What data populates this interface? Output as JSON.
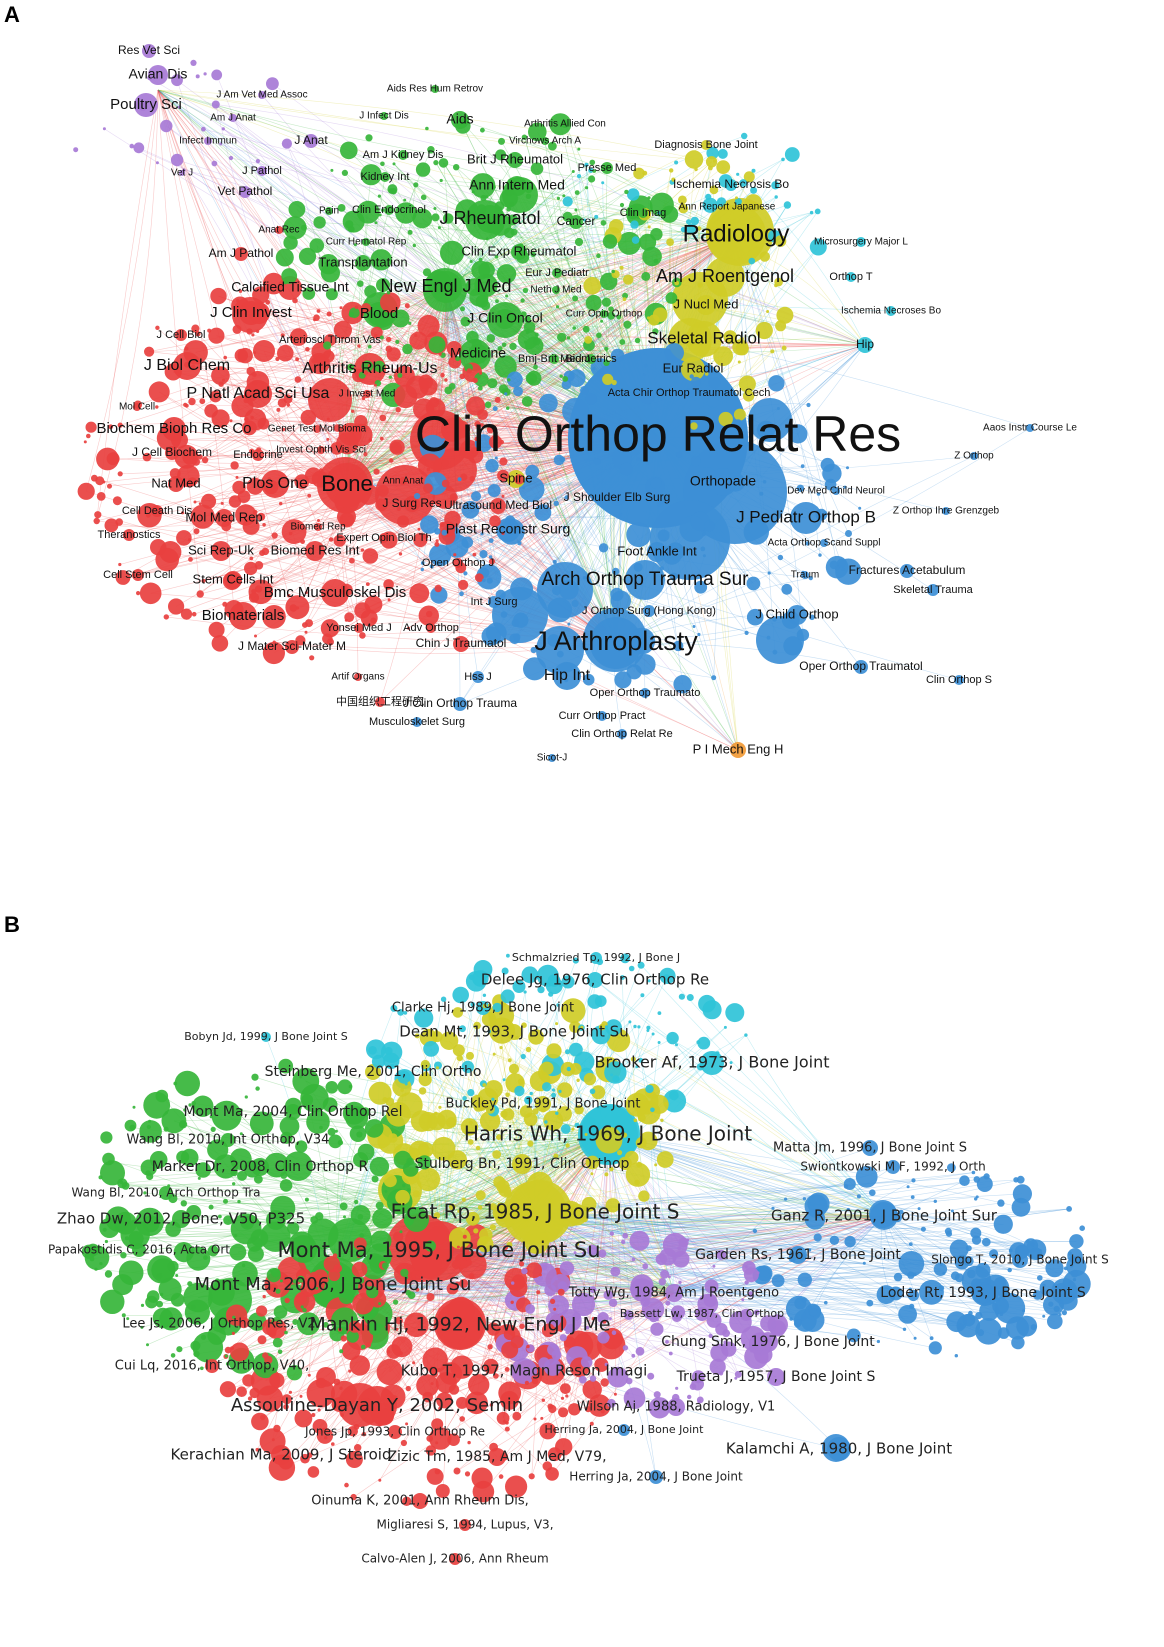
{
  "panel_a": {
    "letter": "A",
    "clusters": {
      "red": "#e8403f",
      "green": "#36b53a",
      "blue": "#3d8fd6",
      "yellow": "#cfcc27",
      "purple": "#a77ad6",
      "cyan": "#2fc3d8",
      "orange": "#f29a35"
    },
    "labels": [
      {
        "t": "Res Vet Sci",
        "c": "purple"
      },
      {
        "t": "Avian Dis",
        "c": "purple"
      },
      {
        "t": "Poultry Sci",
        "c": "purple"
      },
      {
        "t": "J Am Vet Med Assoc",
        "c": "purple"
      },
      {
        "t": "Am J Anat",
        "c": "purple"
      },
      {
        "t": "Infect Immun",
        "c": "purple"
      },
      {
        "t": "J Anat",
        "c": "purple"
      },
      {
        "t": "Vet J",
        "c": "purple"
      },
      {
        "t": "J Pathol",
        "c": "purple"
      },
      {
        "t": "Vet Pathol",
        "c": "purple"
      },
      {
        "t": "Aids Res Hum Retrov",
        "c": "green"
      },
      {
        "t": "J Infect Dis",
        "c": "green"
      },
      {
        "t": "Aids",
        "c": "green"
      },
      {
        "t": "Arthritis Allied Con",
        "c": "green"
      },
      {
        "t": "Virchows Arch A",
        "c": "green"
      },
      {
        "t": "Am J Kidney Dis",
        "c": "green"
      },
      {
        "t": "Brit J Rheumatol",
        "c": "green"
      },
      {
        "t": "Diagnosis Bone Joint",
        "c": "yellow"
      },
      {
        "t": "Kidney Int",
        "c": "green"
      },
      {
        "t": "Presse Med",
        "c": "green"
      },
      {
        "t": "Ischemia Necrosis Bo",
        "c": "cyan"
      },
      {
        "t": "Ann Intern Med",
        "c": "green"
      },
      {
        "t": "Pain",
        "c": "green"
      },
      {
        "t": "Clin Endocrinol",
        "c": "green"
      },
      {
        "t": "Clin Imag",
        "c": "green"
      },
      {
        "t": "Ann Report Japanese",
        "c": "yellow"
      },
      {
        "t": "J Rheumatol",
        "c": "green"
      },
      {
        "t": "Cancer",
        "c": "green"
      },
      {
        "t": "Anat Rec",
        "c": "red"
      },
      {
        "t": "Radiology",
        "c": "yellow"
      },
      {
        "t": "Microsurgery Major L",
        "c": "cyan"
      },
      {
        "t": "Curr Hematol Rep",
        "c": "green"
      },
      {
        "t": "Clin Exp Rheumatol",
        "c": "green"
      },
      {
        "t": "Am J Pathol",
        "c": "red"
      },
      {
        "t": "Transplantation",
        "c": "green"
      },
      {
        "t": "Eur J Pediatr",
        "c": "green"
      },
      {
        "t": "Am J Roentgenol",
        "c": "yellow"
      },
      {
        "t": "Orthop T",
        "c": "cyan"
      },
      {
        "t": "Neth J Med",
        "c": "green"
      },
      {
        "t": "Calcified Tissue Int",
        "c": "red"
      },
      {
        "t": "New Engl J Med",
        "c": "green"
      },
      {
        "t": "J Nucl Med",
        "c": "yellow"
      },
      {
        "t": "J Clin Invest",
        "c": "red"
      },
      {
        "t": "Blood",
        "c": "green"
      },
      {
        "t": "J Clin Oncol",
        "c": "green"
      },
      {
        "t": "Curr Opin Orthop",
        "c": "green"
      },
      {
        "t": "Ischemia Necroses Bo",
        "c": "cyan"
      },
      {
        "t": "J Cell Biol",
        "c": "red"
      },
      {
        "t": "Arterioscl Throm Vas",
        "c": "red"
      },
      {
        "t": "Skeletal Radiol",
        "c": "yellow"
      },
      {
        "t": "Hip",
        "c": "cyan"
      },
      {
        "t": "Medicine",
        "c": "green"
      },
      {
        "t": "Biometrics",
        "c": "green"
      },
      {
        "t": "J Biol Chem",
        "c": "red"
      },
      {
        "t": "Arthritis Rheum-Us",
        "c": "red"
      },
      {
        "t": "Bmj-Brit Med J",
        "c": "green"
      },
      {
        "t": "Eur Radiol",
        "c": "yellow"
      },
      {
        "t": "P Natl Acad Sci Usa",
        "c": "red"
      },
      {
        "t": "J Invest Med",
        "c": "red"
      },
      {
        "t": "Acta Chir Orthop Traumatol Cech",
        "c": "blue"
      },
      {
        "t": "Mol Cell",
        "c": "red"
      },
      {
        "t": "Aaos Instr Course Le",
        "c": "blue"
      },
      {
        "t": "Biochem Bioph Res Co",
        "c": "red"
      },
      {
        "t": "Genet Test Mol Bioma",
        "c": "red"
      },
      {
        "t": "Clin Orthop Relat Res",
        "c": "blue"
      },
      {
        "t": "J Cell Biochem",
        "c": "red"
      },
      {
        "t": "Endocrine",
        "c": "red"
      },
      {
        "t": "Invest Ophth Vis Sci",
        "c": "red"
      },
      {
        "t": "Z Orthop",
        "c": "blue"
      },
      {
        "t": "Spine",
        "c": "yellow"
      },
      {
        "t": "Nat Med",
        "c": "red"
      },
      {
        "t": "Plos One",
        "c": "red"
      },
      {
        "t": "Bone",
        "c": "red"
      },
      {
        "t": "Ann Anat",
        "c": "red"
      },
      {
        "t": "Orthopade",
        "c": "blue"
      },
      {
        "t": "Dev Med Child Neurol",
        "c": "blue"
      },
      {
        "t": "Cell Death Dis",
        "c": "red"
      },
      {
        "t": "J Surg Res",
        "c": "red"
      },
      {
        "t": "Ultrasound Med Biol",
        "c": "red"
      },
      {
        "t": "J Shoulder Elb Surg",
        "c": "blue"
      },
      {
        "t": "Z Orthop Ihre Grenzgeb",
        "c": "blue"
      },
      {
        "t": "Mol Med Rep",
        "c": "red"
      },
      {
        "t": "J Pediatr Orthop B",
        "c": "blue"
      },
      {
        "t": "Theranostics",
        "c": "red"
      },
      {
        "t": "Biomed Rep",
        "c": "red"
      },
      {
        "t": "Plast Reconstr Surg",
        "c": "blue"
      },
      {
        "t": "Expert Opin Biol Th",
        "c": "red"
      },
      {
        "t": "Acta Orthop Scand Suppl",
        "c": "blue"
      },
      {
        "t": "Sci Rep-Uk",
        "c": "red"
      },
      {
        "t": "Biomed Res Int",
        "c": "red"
      },
      {
        "t": "Foot Ankle Int",
        "c": "blue"
      },
      {
        "t": "Open Orthop J",
        "c": "red"
      },
      {
        "t": "Cell Stem Cell",
        "c": "red"
      },
      {
        "t": "Stem Cells Int",
        "c": "red"
      },
      {
        "t": "Traum",
        "c": "blue"
      },
      {
        "t": "Fractures Acetabulum",
        "c": "blue"
      },
      {
        "t": "Arch Orthop Trauma Sur",
        "c": "blue"
      },
      {
        "t": "Skeletal Trauma",
        "c": "blue"
      },
      {
        "t": "Bmc Musculoskel Dis",
        "c": "red"
      },
      {
        "t": "Int J Surg",
        "c": "blue"
      },
      {
        "t": "Biomaterials",
        "c": "red"
      },
      {
        "t": "J Orthop Surg (Hong Kong)",
        "c": "blue"
      },
      {
        "t": "J Child Orthop",
        "c": "blue"
      },
      {
        "t": "Yonsei Med J",
        "c": "red"
      },
      {
        "t": "Adv Orthop",
        "c": "red"
      },
      {
        "t": "J Mater Sci-Mater M",
        "c": "red"
      },
      {
        "t": "Chin J Traumatol",
        "c": "red"
      },
      {
        "t": "J Arthroplasty",
        "c": "blue"
      },
      {
        "t": "Oper Orthop Traumatol",
        "c": "blue"
      },
      {
        "t": "Artif Organs",
        "c": "red"
      },
      {
        "t": "Hss J",
        "c": "blue"
      },
      {
        "t": "Hip Int",
        "c": "blue"
      },
      {
        "t": "Clin Orthop S",
        "c": "blue"
      },
      {
        "t": "中国组织工程研究",
        "c": "red"
      },
      {
        "t": "J Clin Orthop Trauma",
        "c": "blue"
      },
      {
        "t": "Oper Orthop Traumato",
        "c": "blue"
      },
      {
        "t": "Musculoskelet Surg",
        "c": "blue"
      },
      {
        "t": "Curr Orthop Pract",
        "c": "blue"
      },
      {
        "t": "Clin Orthop Relat Re",
        "c": "blue"
      },
      {
        "t": "P I Mech Eng H",
        "c": "orange"
      },
      {
        "t": "Sicot-J",
        "c": "blue"
      }
    ]
  },
  "panel_b": {
    "letter": "B",
    "clusters": {
      "red": "#e8403f",
      "green": "#36b53a",
      "blue": "#3d8fd6",
      "yellow": "#cfcc27",
      "purple": "#a77ad6",
      "cyan": "#2fc3d8"
    },
    "labels": [
      {
        "t": "Schmalzried Tp, 1992, J Bone J",
        "c": "cyan"
      },
      {
        "t": "Delee Jg, 1976, Clin Orthop Re",
        "c": "cyan"
      },
      {
        "t": "Clarke Hj, 1989, J Bone Joint",
        "c": "cyan"
      },
      {
        "t": "Bobyn Jd, 1999, J Bone Joint S",
        "c": "cyan"
      },
      {
        "t": "Dean Mt, 1993, J Bone Joint Su",
        "c": "yellow"
      },
      {
        "t": "Brooker Af, 1973, J Bone Joint",
        "c": "cyan"
      },
      {
        "t": "Steinberg Me, 2001, Clin Ortho",
        "c": "yellow"
      },
      {
        "t": "Mont Ma, 2004, Clin Orthop Rel",
        "c": "green"
      },
      {
        "t": "Buckley Pd, 1991, J Bone Joint",
        "c": "yellow"
      },
      {
        "t": "Wang Bl, 2010, Int Orthop, V34",
        "c": "green"
      },
      {
        "t": "Harris Wh, 1969, J Bone Joint",
        "c": "cyan"
      },
      {
        "t": "Matta Jm, 1996, J Bone Joint S",
        "c": "blue"
      },
      {
        "t": "Marker Dr, 2008, Clin Orthop R",
        "c": "green"
      },
      {
        "t": "Stulberg Bn, 1991, Clin Orthop",
        "c": "yellow"
      },
      {
        "t": "Swiontkowski M F, 1992, J Orth",
        "c": "blue"
      },
      {
        "t": "Wang Bl, 2010, Arch Orthop Tra",
        "c": "green"
      },
      {
        "t": "Ficat Rp, 1985, J Bone Joint S",
        "c": "yellow"
      },
      {
        "t": "Zhao Dw, 2012, Bone, V50, P325",
        "c": "green"
      },
      {
        "t": "Ganz R, 2001, J Bone Joint Sur",
        "c": "blue"
      },
      {
        "t": "Papakostidis C, 2016, Acta Ort",
        "c": "green"
      },
      {
        "t": "Mont Ma, 1995, J Bone Joint Su",
        "c": "red"
      },
      {
        "t": "Garden Rs, 1961, J Bone Joint",
        "c": "blue"
      },
      {
        "t": "Slongo T, 2010, J Bone Joint S",
        "c": "blue"
      },
      {
        "t": "Mont Ma, 2006, J Bone Joint Su",
        "c": "green"
      },
      {
        "t": "Totty Wg, 1984, Am J Roentgeno",
        "c": "purple"
      },
      {
        "t": "Loder Rt, 1993, J Bone Joint S",
        "c": "blue"
      },
      {
        "t": "Bassett Lw, 1987, Clin Orthop",
        "c": "purple"
      },
      {
        "t": "Lee Js, 2006, J Orthop Res, V2",
        "c": "green"
      },
      {
        "t": "Mankin Hj, 1992, New Engl J Me",
        "c": "red"
      },
      {
        "t": "Chung Smk, 1976, J Bone Joint",
        "c": "purple"
      },
      {
        "t": "Cui Lq, 2016, Int Orthop, V40,",
        "c": "red"
      },
      {
        "t": "Kubo T, 1997, Magn Reson Imagi",
        "c": "purple"
      },
      {
        "t": "Trueta J, 1957, J Bone Joint S",
        "c": "purple"
      },
      {
        "t": "Assouline-Dayan Y, 2002, Semin",
        "c": "red"
      },
      {
        "t": "Wilson Aj, 1988, Radiology, V1",
        "c": "purple"
      },
      {
        "t": "Jones Jp, 1993, Clin Orthop Re",
        "c": "red"
      },
      {
        "t": "Herring Ja, 2004, J Bone Joint",
        "c": "blue"
      },
      {
        "t": "Kerachian Ma, 2009, J Steroid",
        "c": "red"
      },
      {
        "t": "Zizic Tm, 1985, Am J Med, V79,",
        "c": "red"
      },
      {
        "t": "Kalamchi A, 1980, J Bone Joint",
        "c": "blue"
      },
      {
        "t": "Herring Ja, 2004, J Bone Joint",
        "c": "blue"
      },
      {
        "t": "Oinuma K, 2001, Ann Rheum Dis,",
        "c": "red"
      },
      {
        "t": "Migliaresi S, 1994, Lupus, V3,",
        "c": "red"
      },
      {
        "t": "Calvo-Alen J, 2006, Ann Rheum",
        "c": "red"
      }
    ]
  }
}
